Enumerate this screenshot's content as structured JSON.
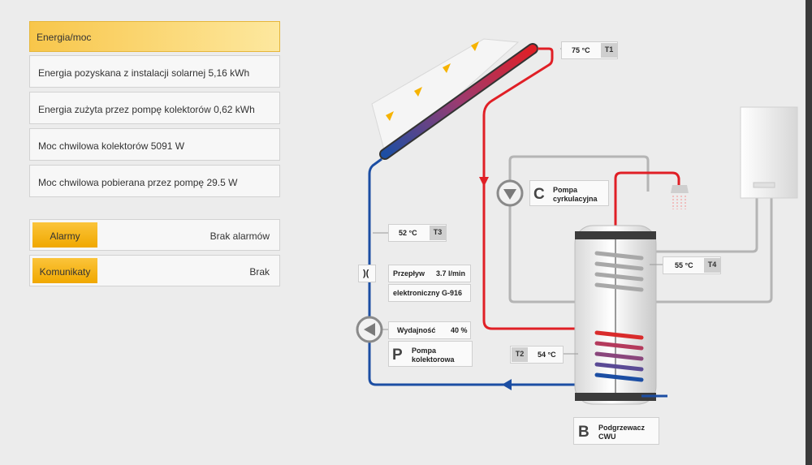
{
  "panel": {
    "header": "Energia/moc",
    "rows": [
      "Energia pozyskana z instalacji solarnej 5,16 kWh",
      "Energia zużyta przez pompę kolektorów 0,62 kWh",
      "Moc chwilowa kolektorów 5091 W",
      "Moc chwilowa pobierana przez pompę 29.5 W"
    ],
    "status": [
      {
        "tag": "Alarmy",
        "value": "Brak alarmów"
      },
      {
        "tag": "Komunikaty",
        "value": "Brak"
      }
    ]
  },
  "diagram": {
    "t1": {
      "value": "75 °C",
      "code": "T1"
    },
    "t3": {
      "value": "52 °C",
      "code": "T3"
    },
    "t4": {
      "value": "55 °C",
      "code": "T4"
    },
    "t2": {
      "value": "54 °C",
      "code": "T2"
    },
    "flow": {
      "label": "Przepływ",
      "value": "3.7 l/min",
      "sensor": "elektroniczny G-916",
      "symbol": ")("
    },
    "pump_perf": {
      "label": "Wydajność",
      "value": "40 %"
    },
    "pump_c": {
      "letter": "C",
      "name_line1": "Pompa",
      "name_line2": "cyrkulacyjna"
    },
    "pump_p": {
      "letter": "P",
      "name_line1": "Pompa",
      "name_line2": "kolektorowa"
    },
    "heater": {
      "letter": "B",
      "name_line1": "Podgrzewacz",
      "name_line2": "CWU"
    },
    "colors": {
      "hot": "#e01f26",
      "cold": "#1c4ea3",
      "return": "#b5b5b5",
      "accent": "#f6b300"
    }
  }
}
